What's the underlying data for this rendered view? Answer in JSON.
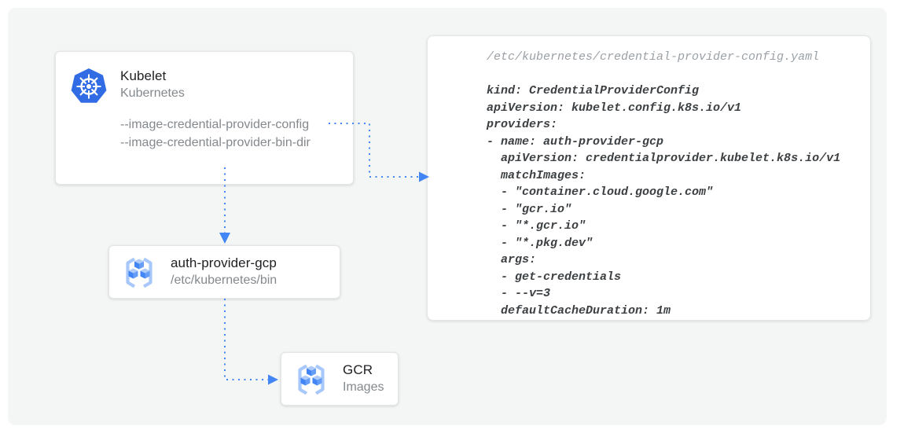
{
  "kubelet": {
    "title": "Kubelet",
    "subtitle": "Kubernetes",
    "flags": [
      "--image-credential-provider-config",
      "--image-credential-provider-bin-dir"
    ]
  },
  "auth_provider": {
    "title": "auth-provider-gcp",
    "subtitle": "/etc/kubernetes/bin"
  },
  "gcr": {
    "title": "GCR",
    "subtitle": "Images"
  },
  "config_file": {
    "path": "/etc/kubernetes/credential-provider-config.yaml",
    "yaml": "kind: CredentialProviderConfig\napiVersion: kubelet.config.k8s.io/v1\nproviders:\n- name: auth-provider-gcp\n  apiVersion: credentialprovider.kubelet.k8s.io/v1\n  matchImages:\n  - \"container.cloud.google.com\"\n  - \"gcr.io\"\n  - \"*.gcr.io\"\n  - \"*.pkg.dev\"\n  args:\n  - get-credentials\n  - --v=3\n  defaultCacheDuration: 1m"
  },
  "icons": {
    "kubelet": "kubernetes-helm-icon",
    "auth_provider": "gcr-registry-icon",
    "gcr": "gcr-registry-icon"
  },
  "colors": {
    "arrow_blue": "#4285f4",
    "kubernetes_blue": "#326ce5",
    "gcr_light_blue": "#aecbfa",
    "gcr_mid_blue": "#669df6",
    "canvas_gray": "#f4f5f5",
    "title_text": "#202124",
    "secondary_text": "#84898e",
    "code_text": "#3c4043",
    "code_path_text": "#9aa0a6"
  }
}
